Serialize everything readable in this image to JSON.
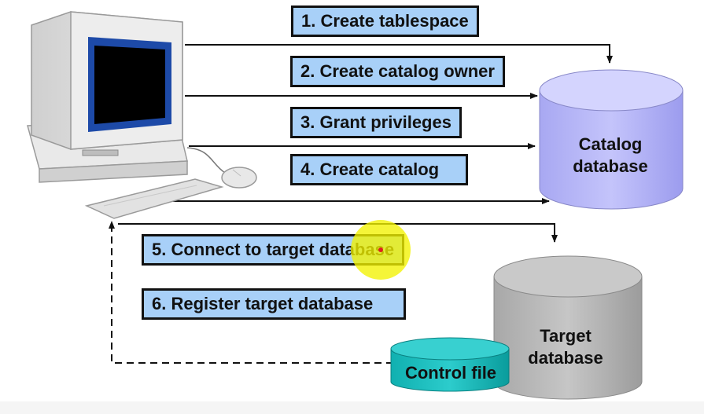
{
  "steps": [
    {
      "label": "1. Create tablespace"
    },
    {
      "label": "2. Create catalog owner"
    },
    {
      "label": "3. Grant privileges"
    },
    {
      "label": "4. Create catalog"
    },
    {
      "label": "5. Connect to target database"
    },
    {
      "label": "6. Register target database"
    }
  ],
  "databases": {
    "catalog": {
      "label": "Catalog database",
      "color": "#b4b4f8"
    },
    "target": {
      "label": "Target database",
      "color": "#b8b8b8"
    },
    "control_file": {
      "label": "Control file",
      "color": "#22c4c4"
    }
  },
  "icons": {
    "client": "desktop-computer-icon"
  },
  "colors": {
    "step_fill": "#a8d0f8",
    "cursor_highlight": "#f0f000"
  }
}
